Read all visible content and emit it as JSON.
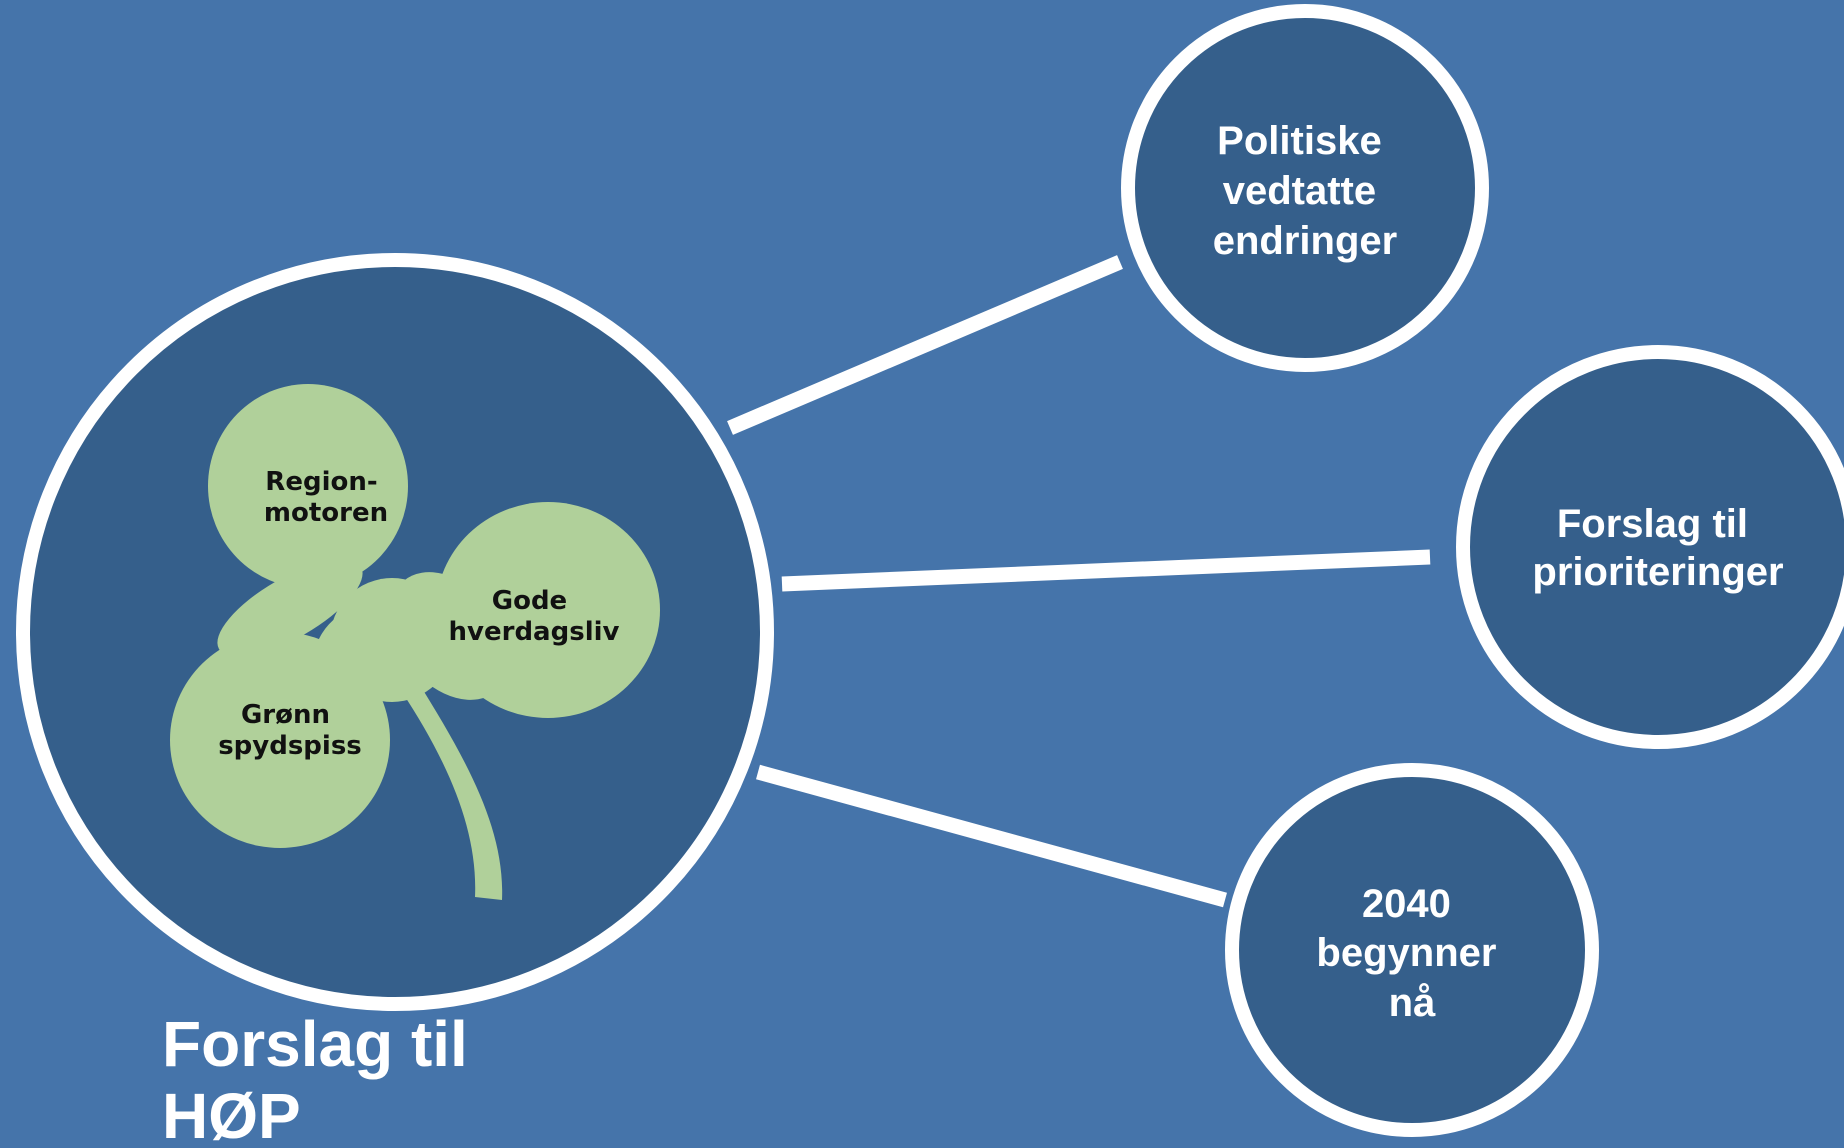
{
  "colors": {
    "background": "#4574aa",
    "node_fill": "#355f8b",
    "node_stroke": "#ffffff",
    "clover": "#b0d09a",
    "clover_text": "#111111"
  },
  "main": {
    "title_lines": [
      "Forslag til",
      "HØP"
    ],
    "clover": {
      "leaves": [
        {
          "lines": [
            "Region-",
            "motoren"
          ]
        },
        {
          "lines": [
            "Gode",
            "hverdagsliv"
          ]
        },
        {
          "lines": [
            "Grønn",
            "spydspiss"
          ]
        }
      ]
    }
  },
  "nodes": [
    {
      "lines": [
        "Politiske",
        "vedtatte",
        "endringer"
      ]
    },
    {
      "lines": [
        "Forslag til",
        "prioriteringer"
      ]
    },
    {
      "lines": [
        "2040",
        "begynner",
        "nå"
      ]
    }
  ]
}
